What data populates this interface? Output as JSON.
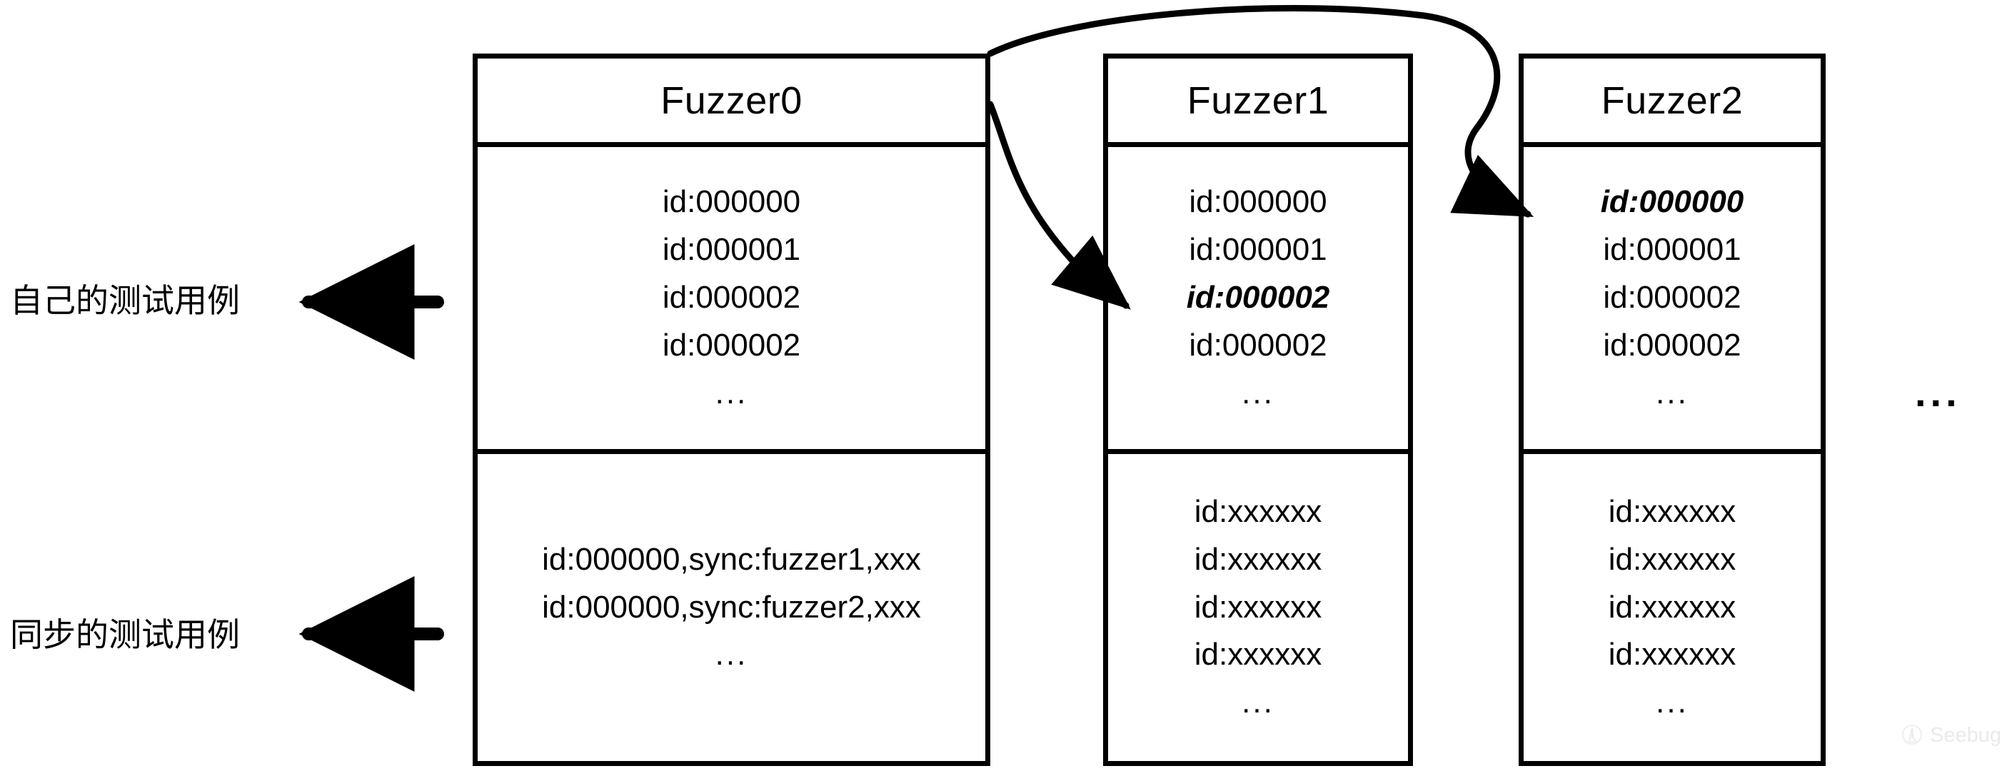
{
  "diagram": {
    "title": "AFL multi-fuzzer queue synchronization",
    "ink_color": "#000000",
    "background_color": "#ffffff"
  },
  "labels": {
    "own_cases": "自己的测试用例",
    "synced_cases": "同步的测试用例"
  },
  "trailing": {
    "ellipsis": "..."
  },
  "fuzzers": [
    {
      "name": "Fuzzer0",
      "own_cases": [
        {
          "text": "id:000000",
          "highlight": false
        },
        {
          "text": "id:000001",
          "highlight": false
        },
        {
          "text": "id:000002",
          "highlight": false
        },
        {
          "text": "id:000002",
          "highlight": false
        }
      ],
      "own_ellipsis": "...",
      "synced_cases": [
        {
          "text": "id:000000,sync:fuzzer1,xxx",
          "highlight": false
        },
        {
          "text": "id:000000,sync:fuzzer2,xxx",
          "highlight": false
        }
      ],
      "synced_ellipsis": "..."
    },
    {
      "name": "Fuzzer1",
      "own_cases": [
        {
          "text": "id:000000",
          "highlight": false
        },
        {
          "text": "id:000001",
          "highlight": false
        },
        {
          "text": "id:000002",
          "highlight": true
        },
        {
          "text": "id:000002",
          "highlight": false
        }
      ],
      "own_ellipsis": "...",
      "synced_cases": [
        {
          "text": "id:xxxxxx",
          "highlight": false
        },
        {
          "text": "id:xxxxxx",
          "highlight": false
        },
        {
          "text": "id:xxxxxx",
          "highlight": false
        },
        {
          "text": "id:xxxxxx",
          "highlight": false
        }
      ],
      "synced_ellipsis": "..."
    },
    {
      "name": "Fuzzer2",
      "own_cases": [
        {
          "text": "id:000000",
          "highlight": true
        },
        {
          "text": "id:000001",
          "highlight": false
        },
        {
          "text": "id:000002",
          "highlight": false
        },
        {
          "text": "id:000002",
          "highlight": false
        }
      ],
      "own_ellipsis": "...",
      "synced_cases": [
        {
          "text": "id:xxxxxx",
          "highlight": false
        },
        {
          "text": "id:xxxxxx",
          "highlight": false
        },
        {
          "text": "id:xxxxxx",
          "highlight": false
        },
        {
          "text": "id:xxxxxx",
          "highlight": false
        }
      ],
      "synced_ellipsis": "..."
    }
  ],
  "watermark": {
    "text": "Seebug"
  }
}
